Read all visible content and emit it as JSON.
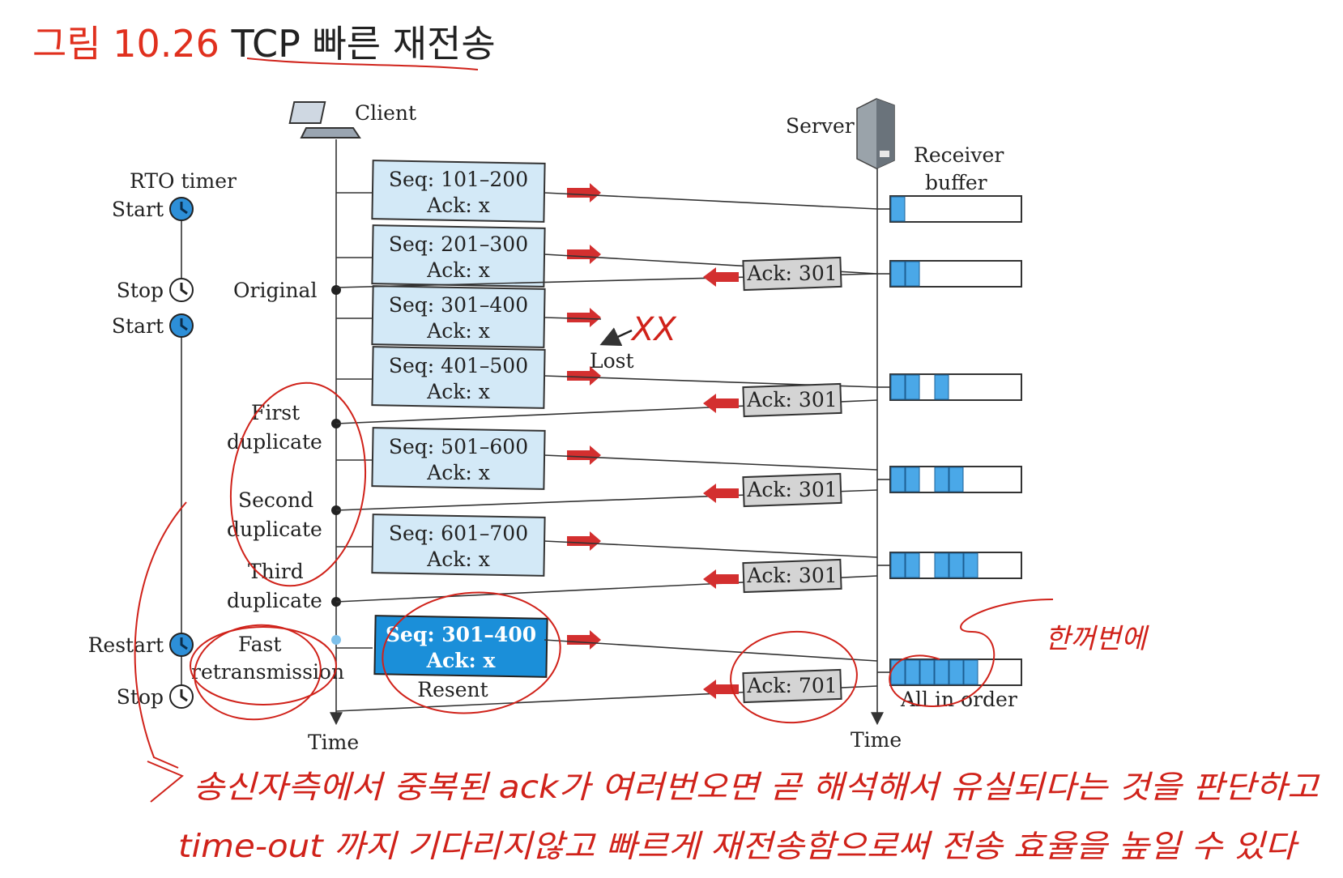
{
  "title": {
    "figure_label": "그림 10.26",
    "caption": "TCP 빠른 재전송"
  },
  "colors": {
    "annotation_red": "#d0221a",
    "segment_fill": "#d3e9f7",
    "resent_fill": "#1b8fd9",
    "ack_fill": "#d4d4d4",
    "buffer_fill": "#4aa8e8",
    "arrow_red": "#d32f2f"
  },
  "icons": {
    "client": "laptop-icon",
    "server": "server-tower-icon",
    "timer": "clock-icon"
  },
  "client": {
    "label": "Client",
    "time_label": "Time"
  },
  "server": {
    "label": "Server",
    "time_label": "Time",
    "buffer_label_1": "Receiver",
    "buffer_label_2": "buffer"
  },
  "rto": {
    "title": "RTO timer",
    "events": [
      "Start",
      "Stop",
      "Start",
      "Restart",
      "Stop"
    ]
  },
  "client_labels": {
    "original": "Original",
    "first_1": "First",
    "first_2": "duplicate",
    "second_1": "Second",
    "second_2": "duplicate",
    "third_1": "Third",
    "third_2": "duplicate",
    "fast_1": "Fast",
    "fast_2": "retransmission"
  },
  "segments": [
    {
      "seq": "Seq: 101–200",
      "ack": "Ack: x"
    },
    {
      "seq": "Seq: 201–300",
      "ack": "Ack: x"
    },
    {
      "seq": "Seq: 301–400",
      "ack": "Ack: x"
    },
    {
      "seq": "Seq: 401–500",
      "ack": "Ack: x"
    },
    {
      "seq": "Seq: 501–600",
      "ack": "Ack: x"
    },
    {
      "seq": "Seq: 601–700",
      "ack": "Ack: x"
    },
    {
      "seq": "Seq: 301–400",
      "ack": "Ack: x",
      "note": "Resent"
    }
  ],
  "lost_label": "Lost",
  "acks": [
    "Ack: 301",
    "Ack: 301",
    "Ack: 301",
    "Ack: 301",
    "Ack: 701"
  ],
  "buffers": [
    {
      "filled_slots": [
        0
      ]
    },
    {
      "filled_slots": [
        0,
        1
      ]
    },
    {
      "filled_slots": [
        0,
        1,
        3
      ]
    },
    {
      "filled_slots": [
        0,
        1,
        3,
        4
      ]
    },
    {
      "filled_slots": [
        0,
        1,
        3,
        4,
        5
      ]
    },
    {
      "filled_slots": [
        0,
        1,
        2,
        3,
        4,
        5
      ]
    }
  ],
  "all_in_order": "All in order",
  "handwriting": {
    "lost_mark": "XX",
    "side_note": "한꺼번에",
    "line1": "송신자측에서 중복된 ack가 여러번오면 곧 해석해서 유실되다는 것을 판단하고",
    "line2": "time-out 까지 기다리지않고 빠르게 재전송함으로써 전송 효율을 높일 수 있다"
  }
}
